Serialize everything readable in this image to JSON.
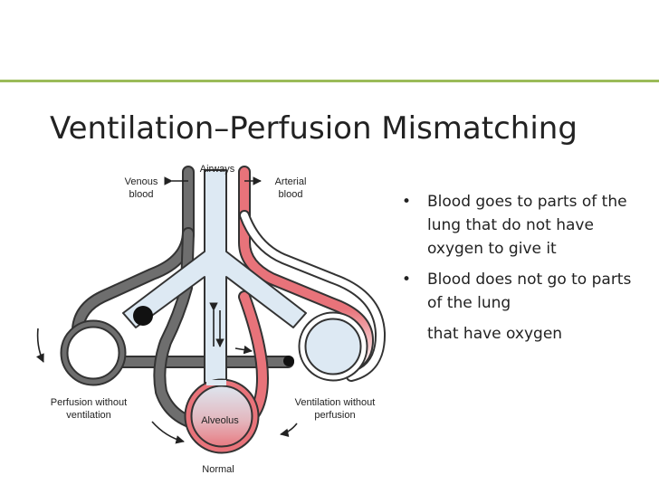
{
  "colors": {
    "accent_rule": "#9bbb59",
    "vessel_grey": "#6e6e6e",
    "arterial_red": "#e8737a",
    "alveolus_fill": "#dde9f3"
  },
  "slide": {
    "title": "Ventilation–Perfusion Mismatching",
    "bullets": [
      {
        "text": "Blood goes to parts of the lung that do not have oxygen to give it"
      },
      {
        "text": "Blood does not go to parts of the lung",
        "extra": "that have oxygen"
      }
    ]
  },
  "diagram": {
    "airways": "Airways",
    "venous_1": "Venous",
    "venous_2": "blood",
    "arterial_1": "Arterial",
    "arterial_2": "blood",
    "perf_1": "Perfusion without",
    "perf_2": "ventilation",
    "vent_1": "Ventilation without",
    "vent_2": "perfusion",
    "alveolus": "Alveolus",
    "normal": "Normal"
  }
}
